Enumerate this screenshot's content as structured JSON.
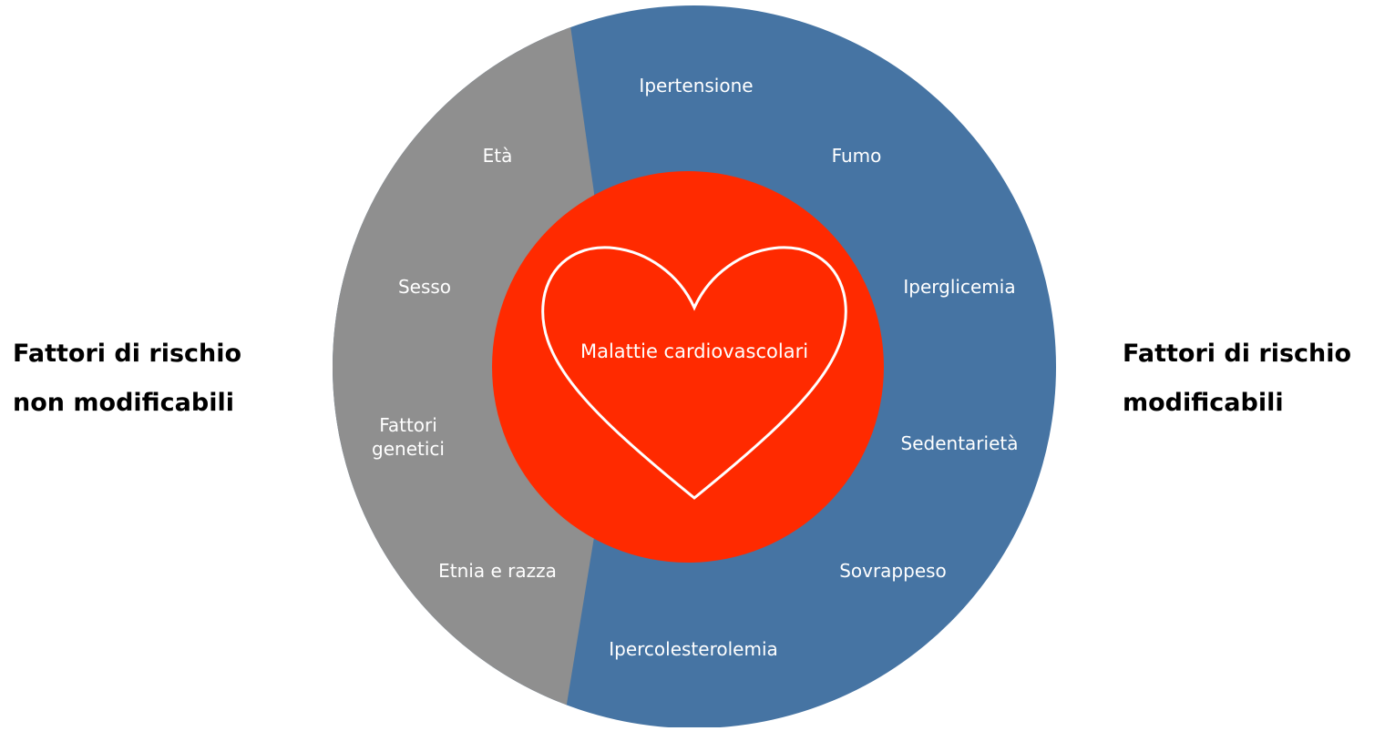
{
  "colors": {
    "non_modifiable": "#8f8f8f",
    "modifiable": "#4674a3",
    "center": "#ff2a00",
    "heart_outline": "#ffffff",
    "label_text": "#ffffff",
    "side_text": "#000000"
  },
  "icons": {
    "heart": "heart-outline-icon"
  },
  "left_label": {
    "line1": "Fattori di rischio",
    "line2": "non modificabili"
  },
  "right_label": {
    "line1": "Fattori di rischio",
    "line2": "modificabili"
  },
  "center": {
    "label": "Malattie cardiovascolari"
  },
  "non_modifiable_factors": {
    "eta": "Età",
    "sesso": "Sesso",
    "genetici_line1": "Fattori",
    "genetici_line2": "genetici",
    "etnia": "Etnia e razza"
  },
  "modifiable_factors": {
    "ipertensione": "Ipertensione",
    "fumo": "Fumo",
    "iperglicemia": "Iperglicemia",
    "sedentarieta": "Sedentarietà",
    "sovrappeso": "Sovrappeso",
    "ipercolesterolemia": "Ipercolesterolemia"
  }
}
